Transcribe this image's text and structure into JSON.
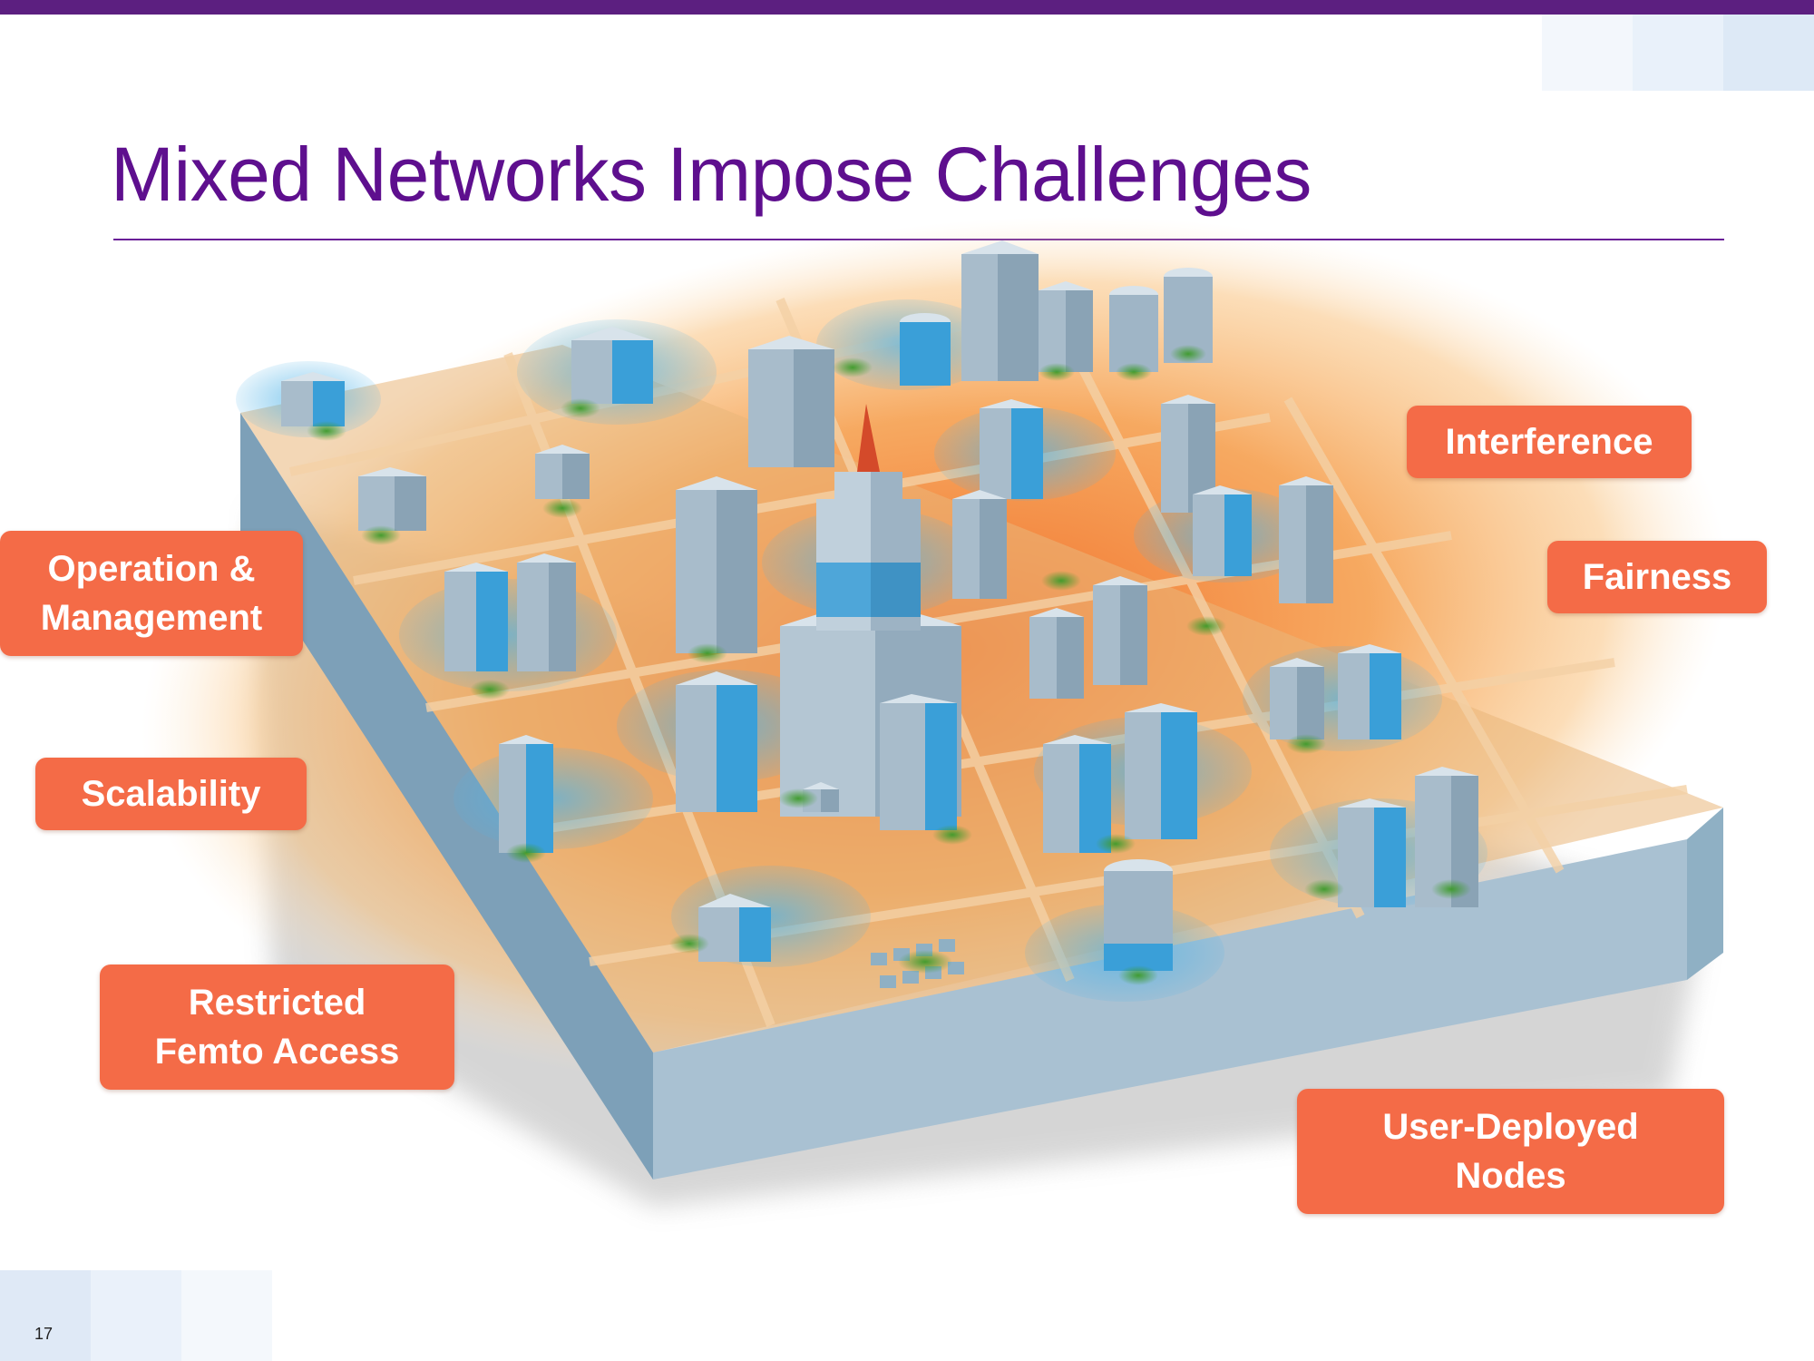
{
  "slide": {
    "title": "Mixed Networks Impose Challenges",
    "page_number": "17"
  },
  "labels": {
    "interference": "Interference",
    "fairness": "Fairness",
    "operation_management": "Operation &\nManagement",
    "scalability": "Scalability",
    "restricted_femto_access": "Restricted\nFemto Access",
    "user_deployed_nodes": "User-Deployed\nNodes"
  },
  "colors": {
    "accent_purple": "#5e0f8e",
    "label_orange": "#f46b47",
    "coverage_orange": "#f7a04a",
    "building_gray": "#a8bccb",
    "cell_blue": "#3a9fd8",
    "small_cell_green": "#4aa63a"
  }
}
